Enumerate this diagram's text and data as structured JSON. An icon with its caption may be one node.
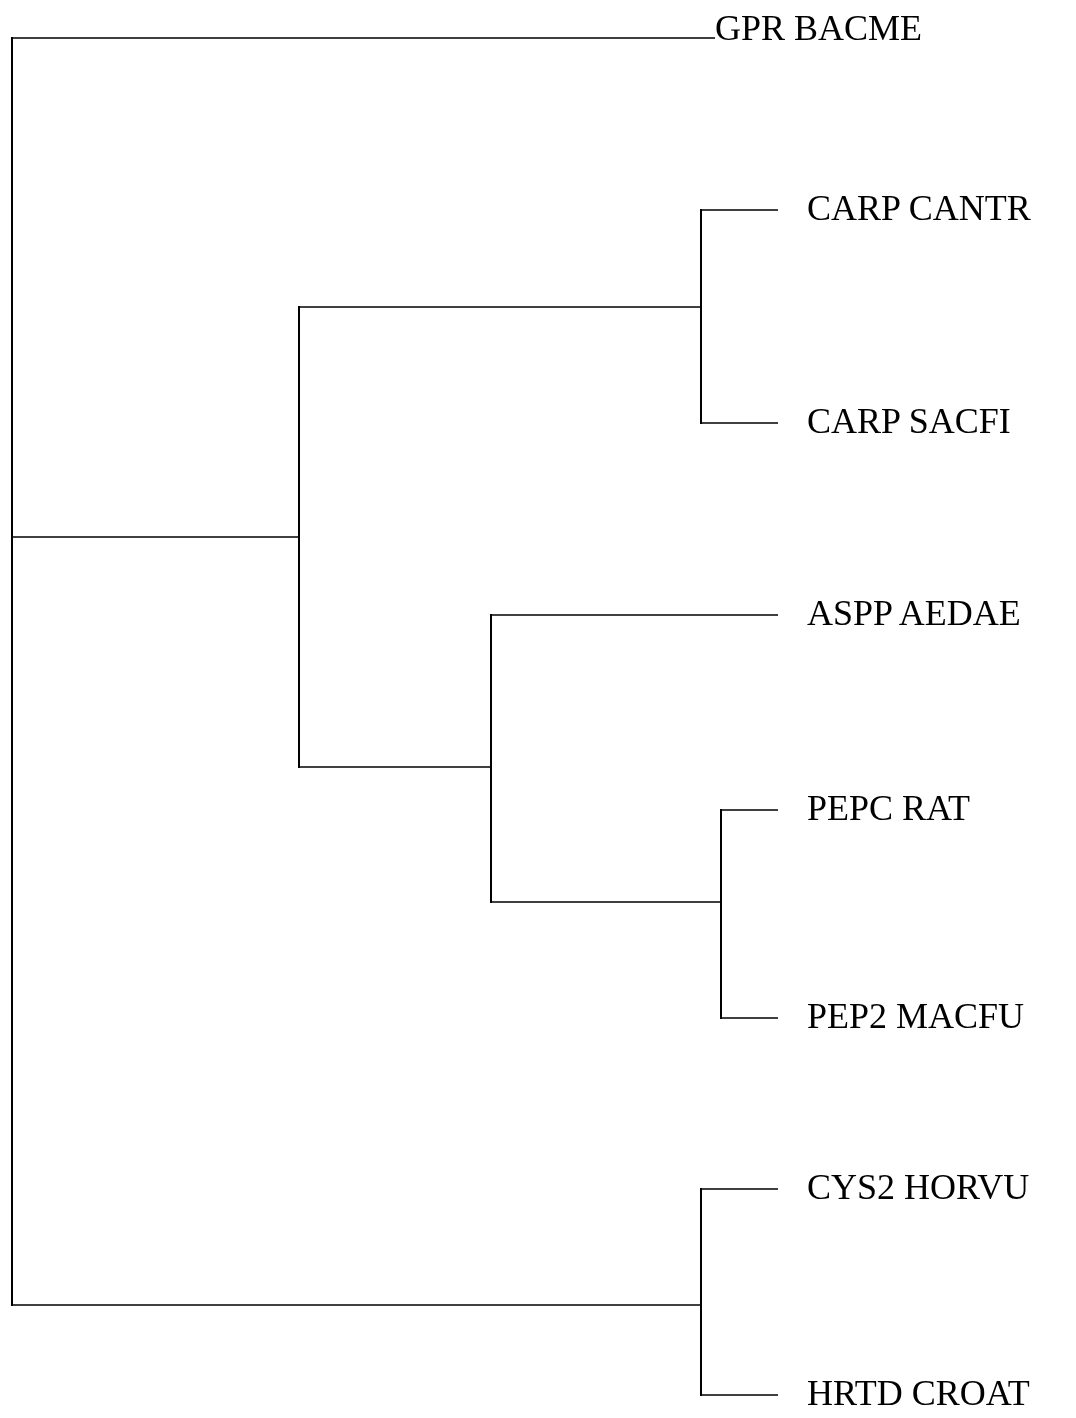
{
  "diagram": {
    "nodes": [
      {
        "text": [],
        "shape": "bar"
      },
      {
        "text": [
          "GPR BACME"
        ]
      },
      {
        "text": [],
        "shape": "bar"
      },
      {
        "text": [],
        "shape": "bar"
      },
      {
        "text": [
          "CARP CANTR"
        ]
      },
      {
        "text": [
          "CARP SACFI"
        ]
      },
      {
        "text": [],
        "shape": "bar"
      },
      {
        "text": [
          "ASPP AEDAE"
        ]
      },
      {
        "text": [],
        "shape": "bar"
      },
      {
        "text": [
          "PEPC RAT"
        ]
      },
      {
        "text": [
          "PEP2 MACFU"
        ]
      },
      {
        "text": [],
        "shape": "bar"
      },
      {
        "text": [
          "CYS2 HORVU"
        ]
      },
      {
        "text": [
          "HRTD CROAT"
        ]
      }
    ],
    "edges": [
      {
        "from": 0,
        "to": 1,
        "arrow": "none"
      },
      {
        "from": 0,
        "to": 2,
        "arrow": "none"
      },
      {
        "from": 2,
        "to": 3,
        "arrow": "none"
      },
      {
        "from": 3,
        "to": 4,
        "arrow": "none"
      },
      {
        "from": 3,
        "to": 5,
        "arrow": "none"
      },
      {
        "from": 2,
        "to": 6,
        "arrow": "none"
      },
      {
        "from": 6,
        "to": 7,
        "arrow": "none"
      },
      {
        "from": 6,
        "to": 8,
        "arrow": "none"
      },
      {
        "from": 8,
        "to": 9,
        "arrow": "none"
      },
      {
        "from": 8,
        "to": 10,
        "arrow": "none"
      },
      {
        "from": 0,
        "to": 11,
        "arrow": "none"
      },
      {
        "from": 11,
        "to": 12,
        "arrow": "none"
      },
      {
        "from": 11,
        "to": 13,
        "arrow": "none"
      }
    ]
  }
}
